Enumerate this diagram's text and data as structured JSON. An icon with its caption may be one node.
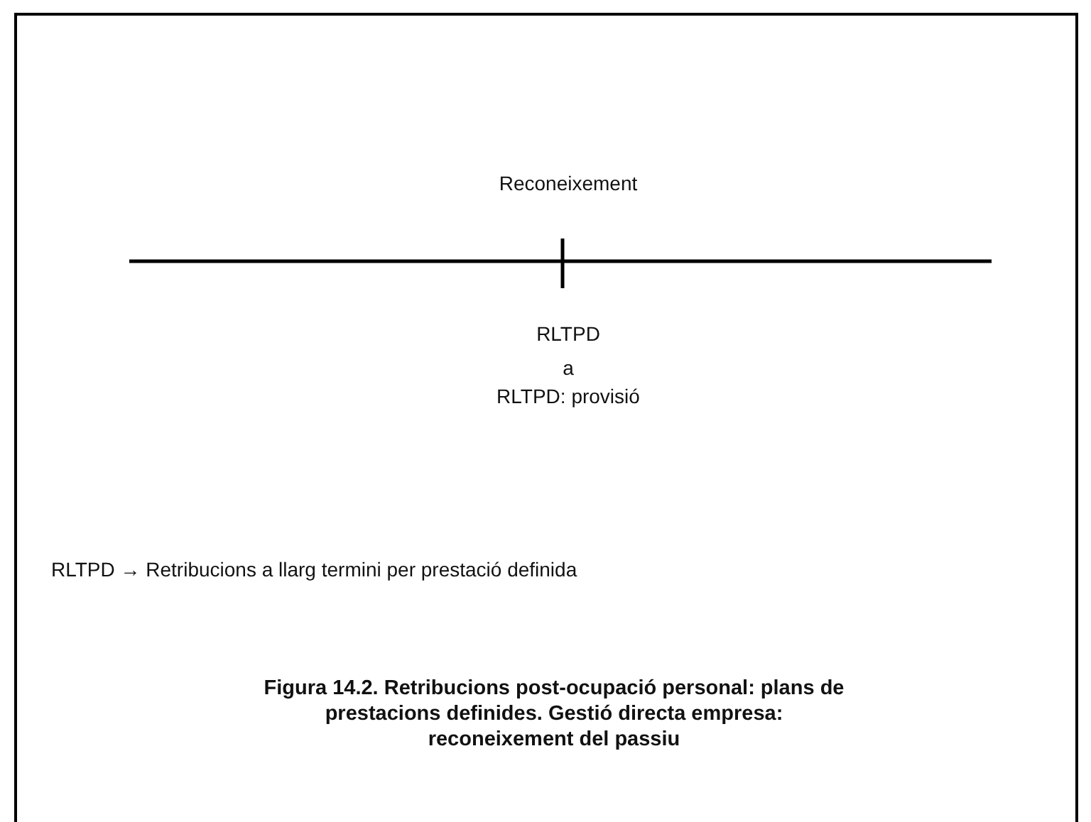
{
  "diagram": {
    "caption": "Figura 14.2. Retribucions post-ocupació personal: plans de prestacions definides. Gestió directa empresa: reconeixement del passiu",
    "labels": [
      "Reconeixement",
      "RLTPD",
      "a",
      "RLTPD:  provisió",
      "RLTPD → Retribucions a llarg termini per prestació definida"
    ]
  }
}
